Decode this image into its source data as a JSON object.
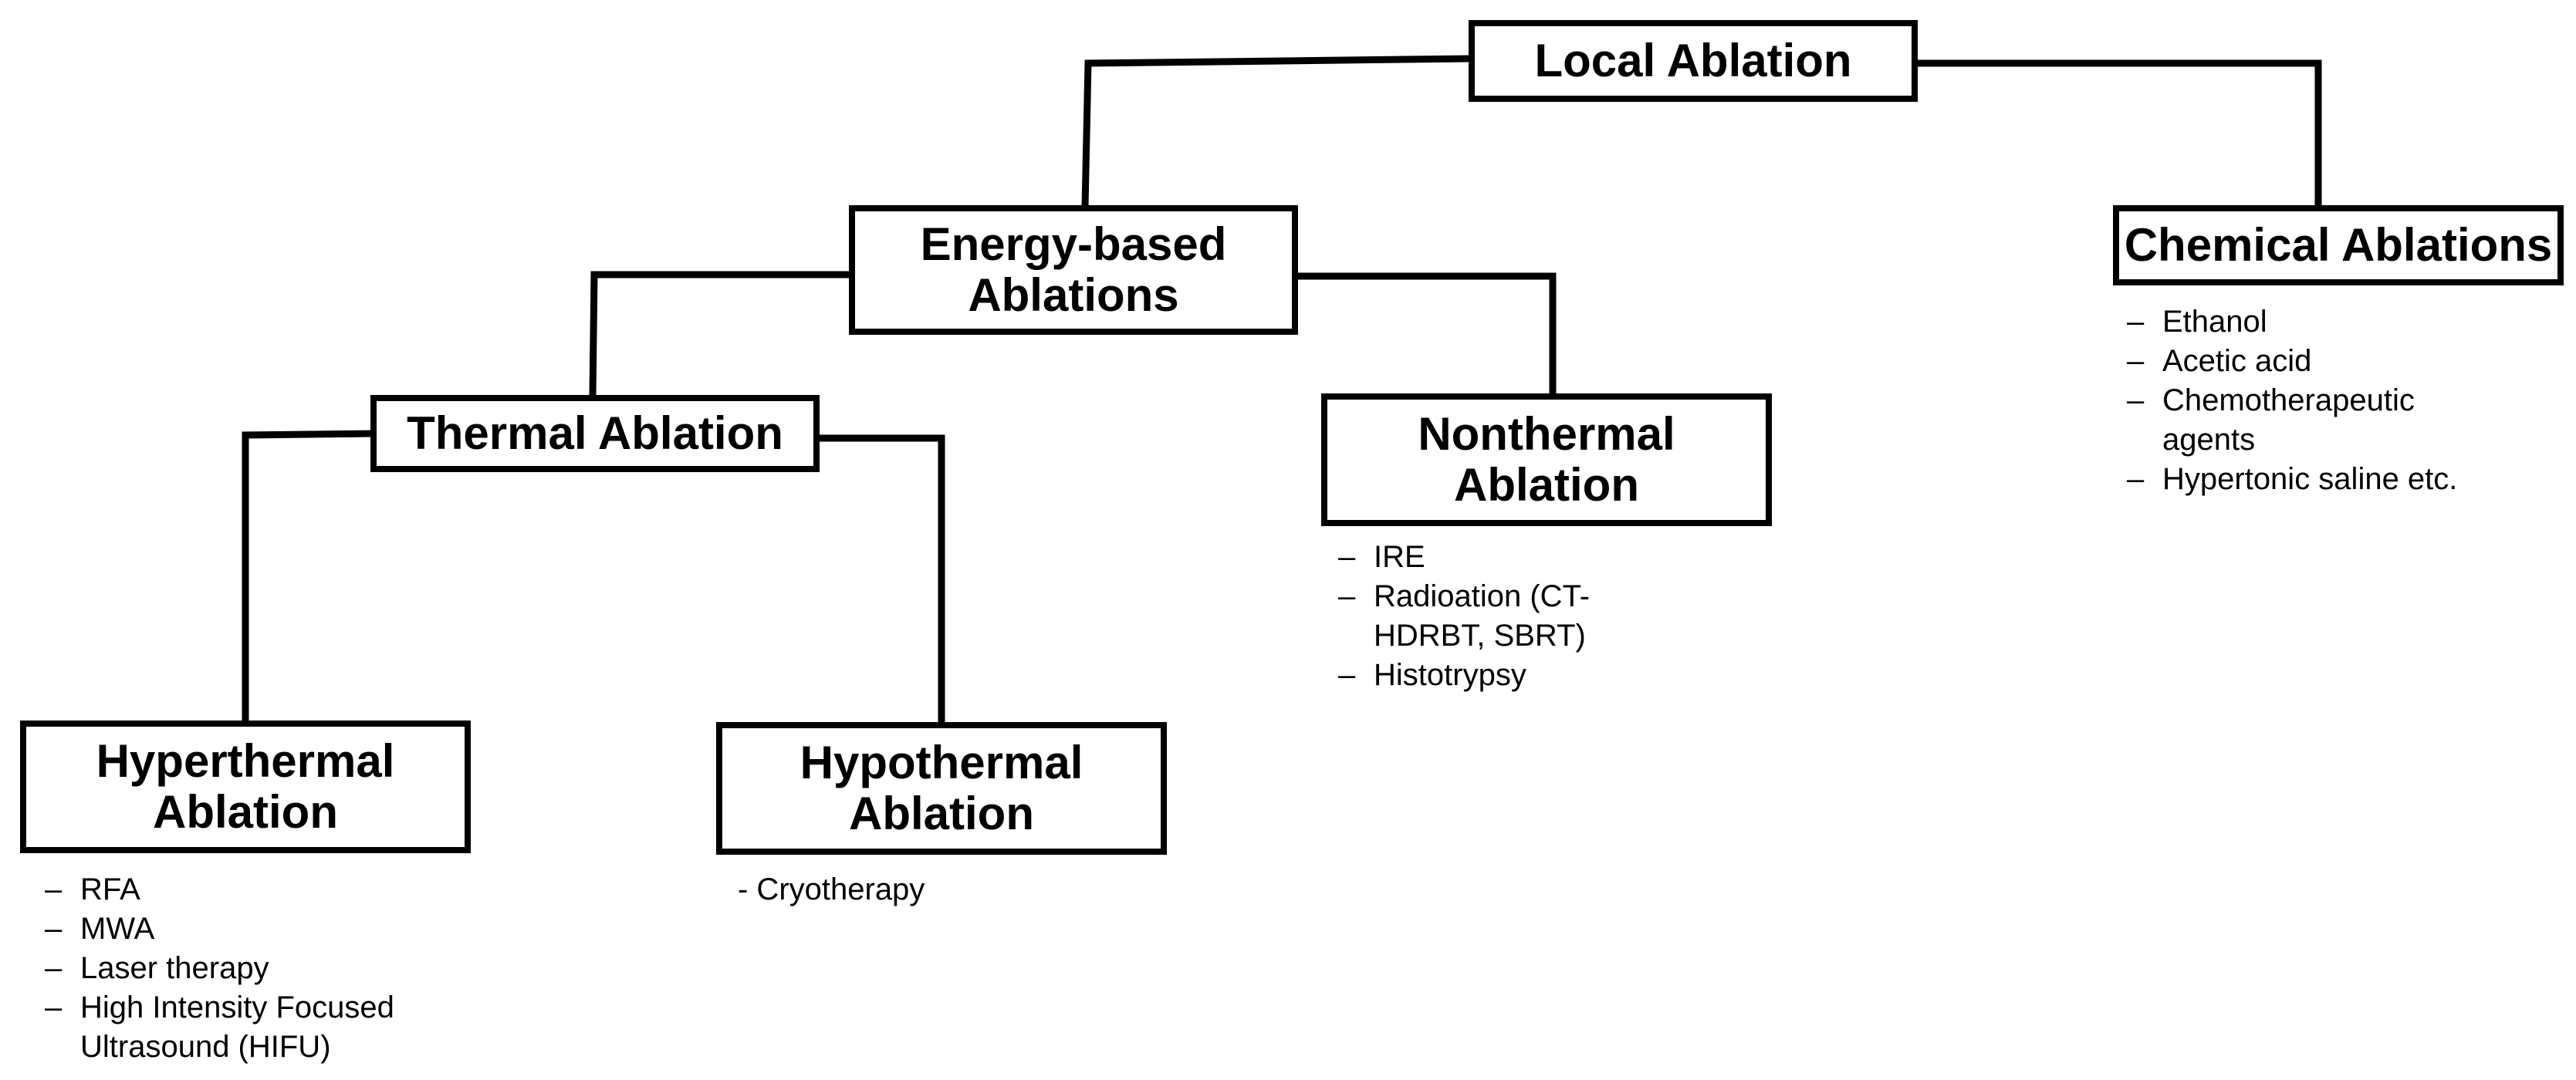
{
  "diagram": {
    "root": {
      "label": "Local Ablation"
    },
    "energy": {
      "label_line1": "Energy-based",
      "label_line2": "Ablations"
    },
    "chemical": {
      "label": "Chemical Ablations",
      "dash": "–",
      "items": [
        "Ethanol",
        "Acetic acid",
        "Chemotherapeutic",
        "agents",
        "Hypertonic saline etc."
      ]
    },
    "thermal": {
      "label": "Thermal Ablation"
    },
    "nonthermal": {
      "label_line1": "Nonthermal",
      "label_line2": "Ablation",
      "dash": "–",
      "items": [
        "IRE",
        "Radioation (CT-",
        "HDRBT, SBRT)",
        "Histotrypsy"
      ]
    },
    "hyperthermal": {
      "label_line1": "Hyperthermal",
      "label_line2": "Ablation",
      "dash": "–",
      "items": [
        "RFA",
        "MWA",
        "Laser therapy",
        "High Intensity Focused",
        "Ultrasound (HIFU)"
      ]
    },
    "hypothermal": {
      "label_line1": "Hypothermal",
      "label_line2": "Ablation",
      "items": [
        "- Cryotherapy"
      ]
    }
  }
}
